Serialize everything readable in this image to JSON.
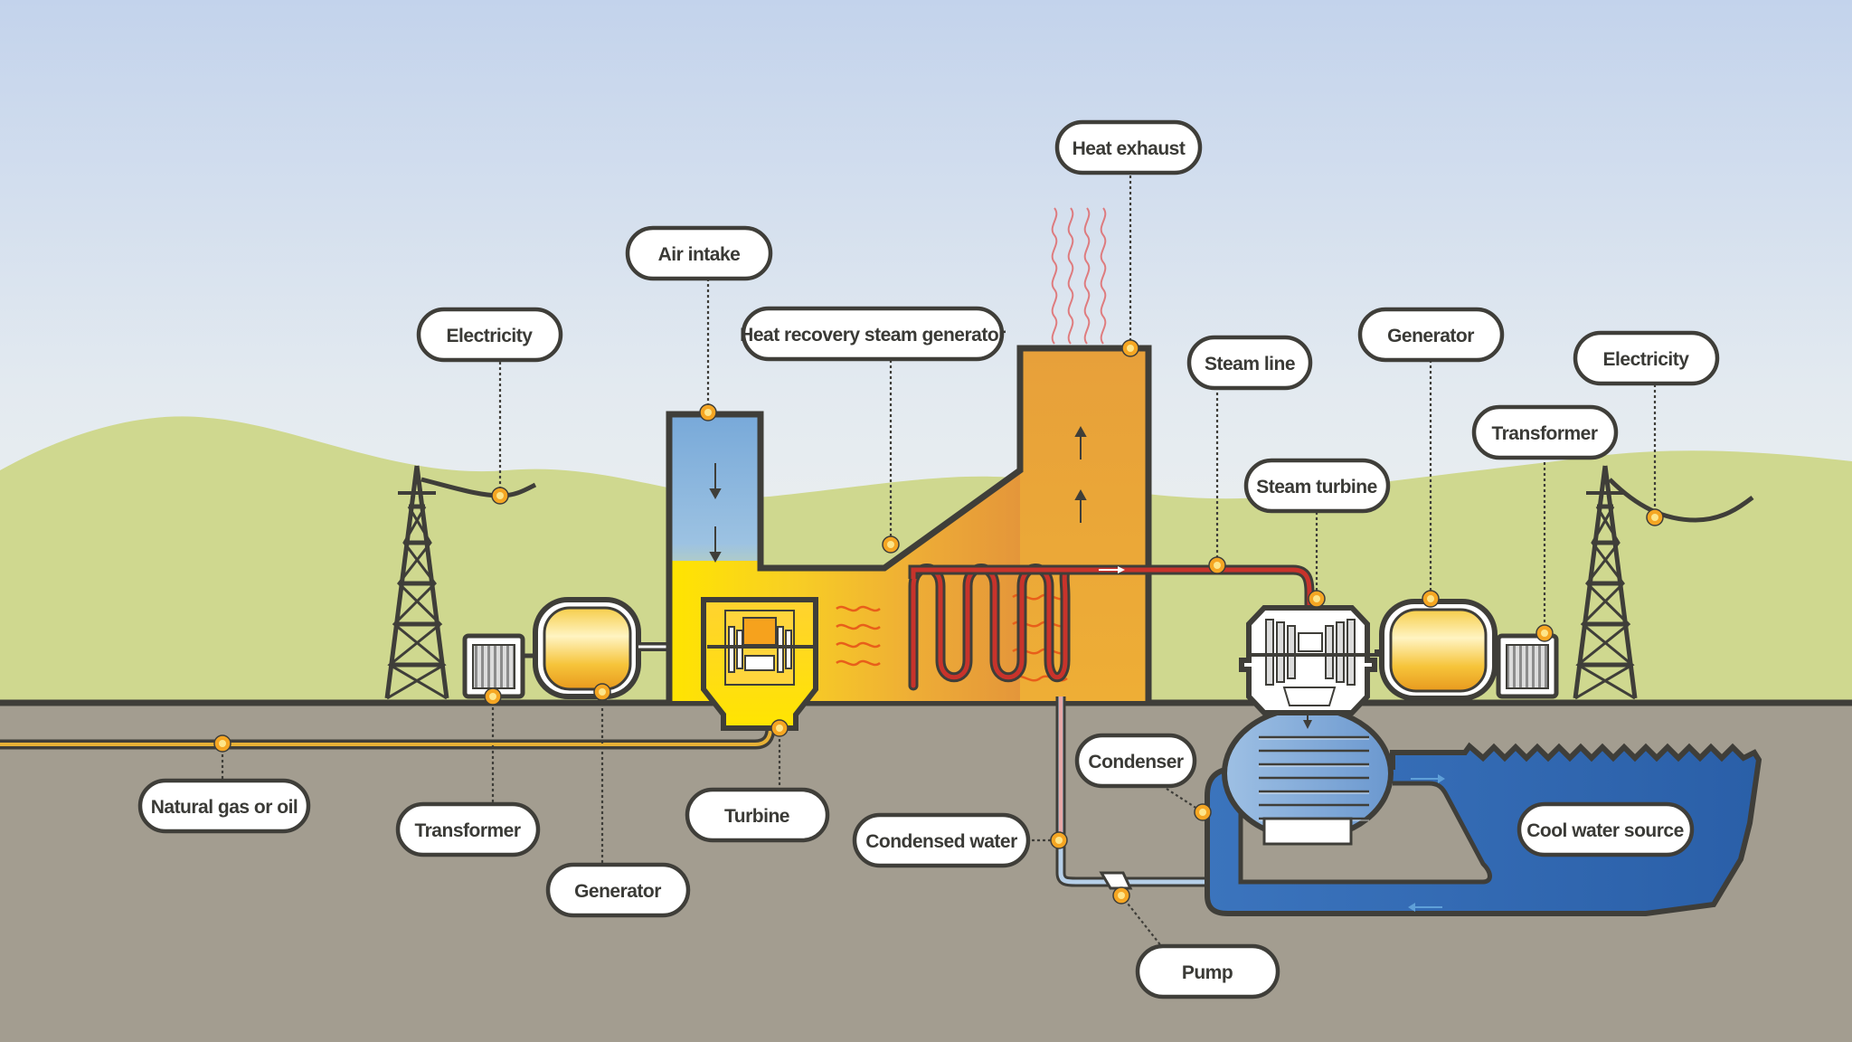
{
  "labels": {
    "electricity_left": "Electricity",
    "air_intake": "Air intake",
    "hrsg": "Heat recovery steam generator",
    "heat_exhaust": "Heat exhaust",
    "steam_line": "Steam line",
    "generator_right": "Generator",
    "electricity_right": "Electricity",
    "transformer_right": "Transformer",
    "steam_turbine": "Steam turbine",
    "natural_gas": "Natural gas or oil",
    "transformer_left": "Transformer",
    "generator_left": "Generator",
    "turbine": "Turbine",
    "condensed_water": "Condensed water",
    "condenser": "Condenser",
    "cool_water": "Cool water source",
    "pump": "Pump"
  },
  "colors": {
    "sky_top": "#c3d3ec",
    "sky_bottom": "#eef2f3",
    "hills": "#cfd88f",
    "ground": "#a39d90",
    "outline": "#3f3e39",
    "water": "#2f67b4",
    "steam_pipe": "#c8332b",
    "hot_yellow": "#ffe500",
    "hot_orange": "#e49a3a"
  }
}
